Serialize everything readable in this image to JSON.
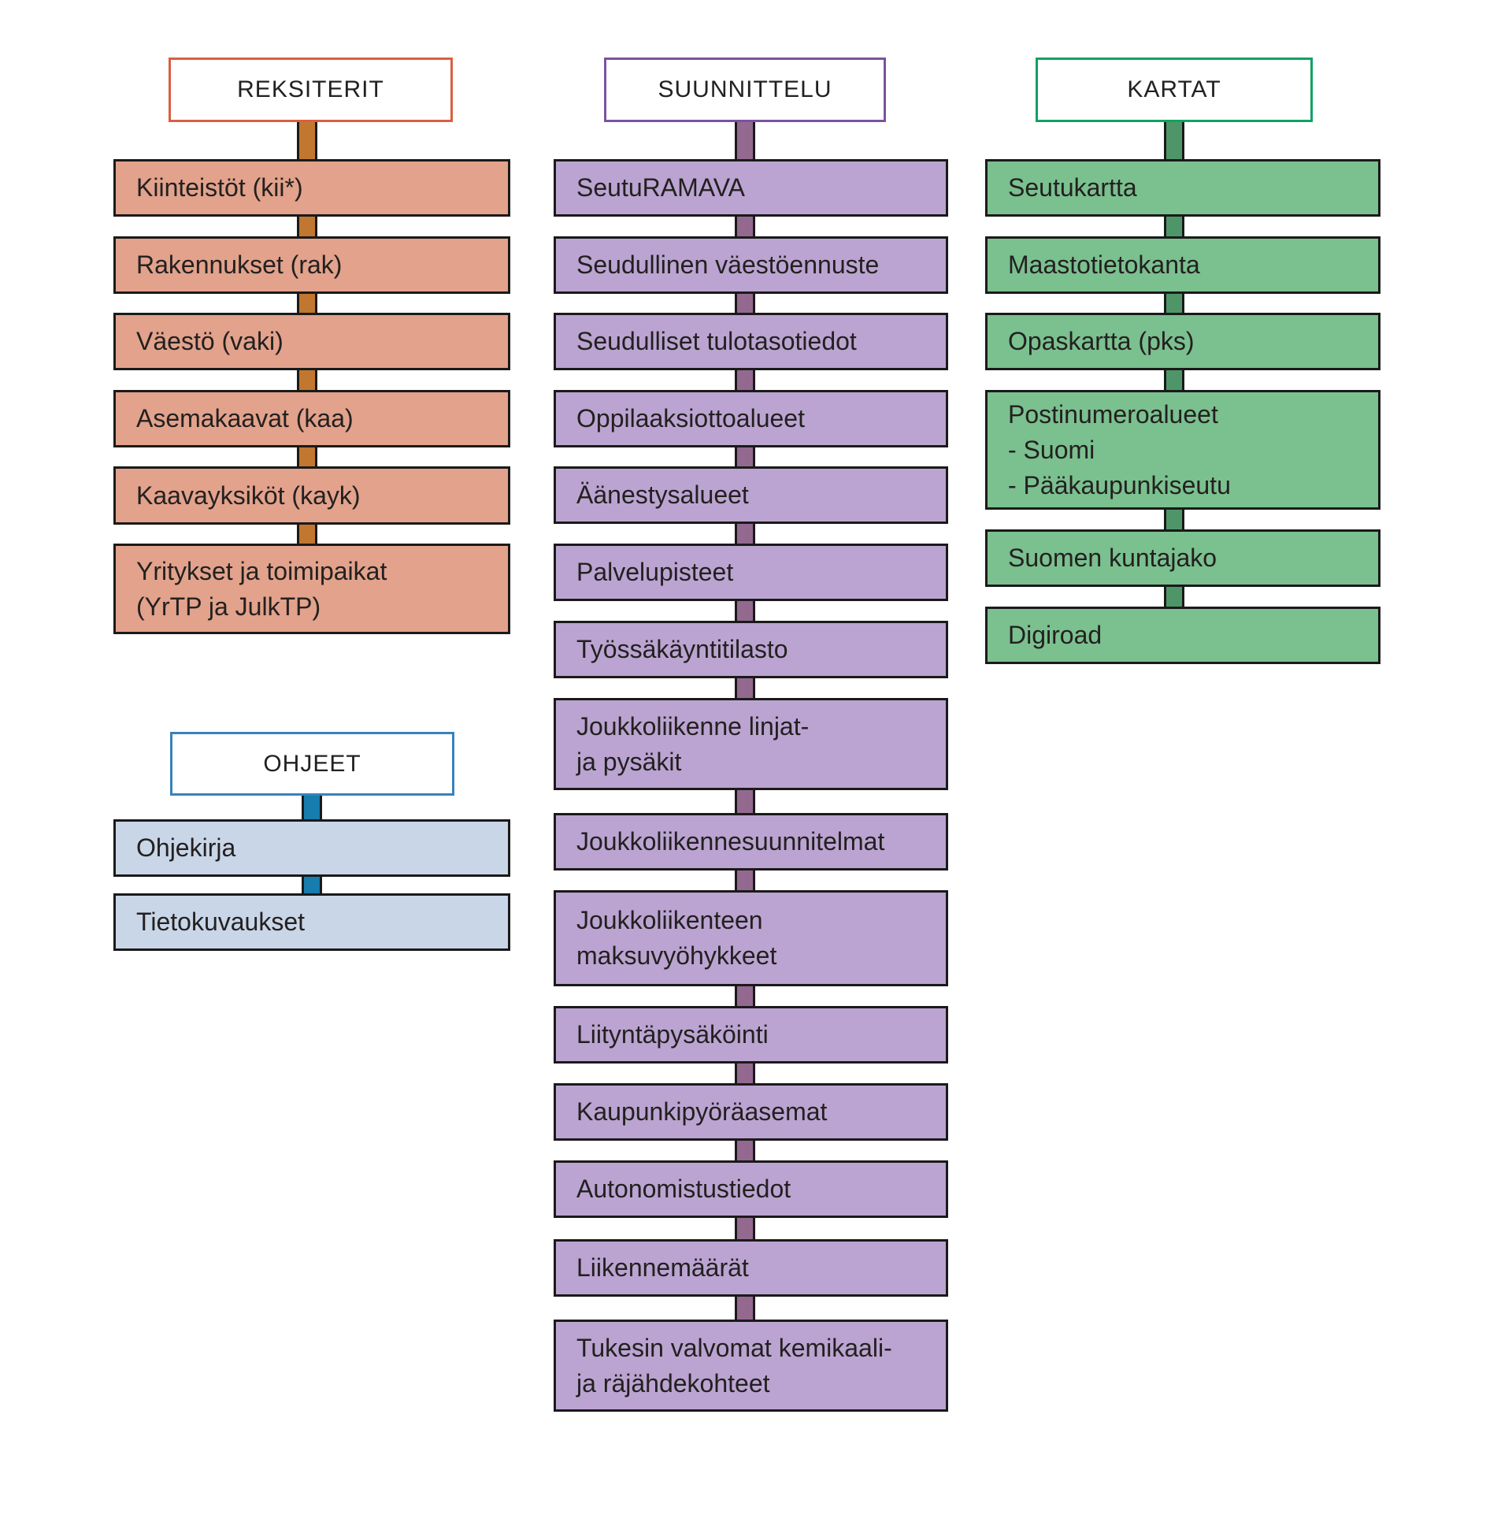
{
  "diagram": {
    "columns": [
      {
        "id": "rekisterit",
        "header": "REKSITERIT",
        "items": [
          {
            "label": "Kiinteistöt (kii*)"
          },
          {
            "label": "Rakennukset (rak)"
          },
          {
            "label": "Väestö (vaki)"
          },
          {
            "label": "Asemakaavat (kaa)"
          },
          {
            "label": "Kaavayksiköt (kayk)"
          },
          {
            "label": "Yritykset ja toimipaikat\n(YrTP ja JulkTP)"
          }
        ]
      },
      {
        "id": "ohjeet",
        "header": "OHJEET",
        "items": [
          {
            "label": "Ohjekirja"
          },
          {
            "label": "Tietokuvaukset"
          }
        ]
      },
      {
        "id": "suunnittelu",
        "header": "SUUNNITTELU",
        "items": [
          {
            "label": "SeutuRAMAVA"
          },
          {
            "label": "Seudullinen väestöennuste"
          },
          {
            "label": "Seudulliset tulotasotiedot"
          },
          {
            "label": "Oppilaaksiottoalueet"
          },
          {
            "label": "Äänestysalueet"
          },
          {
            "label": "Palvelupisteet"
          },
          {
            "label": "Työssäkäyntitilasto"
          },
          {
            "label": "Joukkoliikenne linjat-\nja pysäkit"
          },
          {
            "label": "Joukkoliikennesuunnitelmat"
          },
          {
            "label": "Joukkoliikenteen\nmaksuvyöhykkeet"
          },
          {
            "label": "Liityntäpysäköinti"
          },
          {
            "label": "Kaupunkipyöräasemat"
          },
          {
            "label": "Autonomistustiedot"
          },
          {
            "label": "Liikennemäärät"
          },
          {
            "label": "Tukesin valvomat kemikaali-\nja räjähdekohteet"
          }
        ]
      },
      {
        "id": "kartat",
        "header": "KARTAT",
        "items": [
          {
            "label": "Seutukartta"
          },
          {
            "label": "Maastotietokanta"
          },
          {
            "label": "Opaskartta (pks)"
          },
          {
            "label": "Postinumeroalueet\n- Suomi\n- Pääkaupunkiseutu"
          },
          {
            "label": "Suomen kuntajako"
          },
          {
            "label": "Digiroad"
          }
        ]
      }
    ]
  },
  "theme": {
    "rekisterit_accent": "#db5f40",
    "rekisterit_fill": "#e2a28b",
    "rekisterit_connector": "#c1772f",
    "ohjeet_accent": "#3782be",
    "ohjeet_fill": "#c9d6e8",
    "ohjeet_connector": "#177cae",
    "suunnittelu_accent": "#7c52a0",
    "suunnittelu_fill": "#bba4d1",
    "suunnittelu_connector": "#946990",
    "kartat_accent": "#10a262",
    "kartat_fill": "#7bc08f",
    "kartat_connector": "#4e9668",
    "box_border": "#1a1a1a",
    "text": "#232020",
    "background": "#ffffff"
  }
}
